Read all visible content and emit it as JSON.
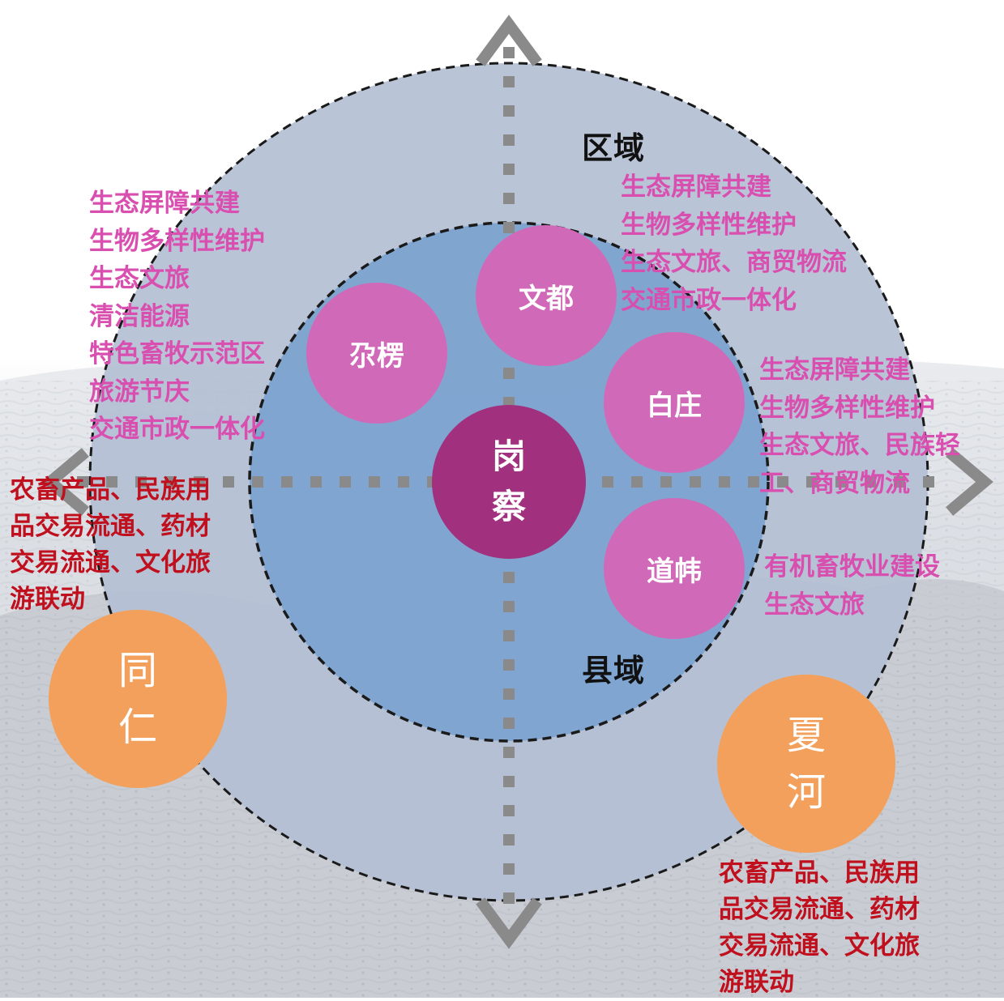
{
  "zones": {
    "outer": "区域",
    "inner": "县域"
  },
  "center": {
    "chars": [
      "岗",
      "察"
    ]
  },
  "nodes": {
    "wendu": "文都",
    "duoleng": "尕楞",
    "baizhuang": "白庄",
    "daowei": "道帏"
  },
  "cities": {
    "tongren": [
      "同",
      "仁"
    ],
    "xiahe": [
      "夏",
      "河"
    ]
  },
  "functions": {
    "duoleng": [
      "生态屏障共建",
      "生物多样性维护",
      "生态文旅",
      "清洁能源",
      "特色畜牧示范区",
      "旅游节庆",
      "交通市政一体化"
    ],
    "wendu": [
      "生态屏障共建",
      "生物多样性维护",
      "生态文旅、商贸物流",
      "交通市政一体化"
    ],
    "baizhuang": [
      "生态屏障共建",
      "生物多样性维护",
      "生态文旅、民族轻",
      "工、商贸物流"
    ],
    "daowei": [
      "有机畜牧业建设",
      "生态文旅"
    ],
    "tongren": [
      "农畜产品、民族用",
      "品交易流通、药材",
      "交易流通、文化旅",
      "游联动"
    ],
    "xiahe": [
      "农畜产品、民族用",
      "品交易流通、药材",
      "交易流通、文化旅",
      "游联动"
    ]
  },
  "colors": {
    "outer_ring": "#b4bfd4",
    "inner_ring": "#7ba3cf",
    "node": "#d06ab8",
    "center": "#a1317f",
    "city": "#f2a05c",
    "magenta_text": "#d94fb0",
    "red_text": "#c0101e",
    "axis": "#8a8a8a"
  }
}
